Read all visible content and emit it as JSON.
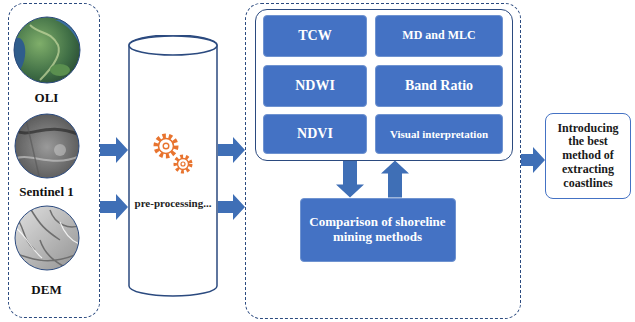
{
  "diagram": {
    "nodes": [
      {
        "text": []
      },
      {
        "text": [
          "OLI"
        ],
        "in": 0
      },
      {
        "text": [
          "Sentinel 1"
        ],
        "in": 0
      },
      {
        "text": [
          "DEM"
        ],
        "in": 0
      },
      {
        "text": [
          "pre-processing..."
        ]
      },
      {
        "text": []
      },
      {
        "text": [],
        "in": 5
      },
      {
        "text": [
          "TCW"
        ],
        "in": 6
      },
      {
        "text": [
          "MD and MLC"
        ],
        "in": 6
      },
      {
        "text": [
          "NDWI"
        ],
        "in": 6
      },
      {
        "text": [
          "Band Ratio"
        ],
        "in": 6
      },
      {
        "text": [
          "NDVI"
        ],
        "in": 6
      },
      {
        "text": [
          "Visual interpretation"
        ],
        "in": 6
      },
      {
        "text": [
          "Comparison of shoreline mining methods"
        ],
        "in": 5
      },
      {
        "text": [
          "Introducing the best method of extracting coastlines"
        ]
      }
    ],
    "edges": [
      {
        "from": 0,
        "to": 4,
        "arrow": "to"
      },
      {
        "from": 0,
        "to": 4,
        "arrow": "to"
      },
      {
        "from": 4,
        "to": 5,
        "arrow": "to"
      },
      {
        "from": 4,
        "to": 5,
        "arrow": "to"
      },
      {
        "from": 6,
        "to": 13,
        "arrow": "to"
      },
      {
        "from": 13,
        "to": 6,
        "arrow": "to"
      },
      {
        "from": 5,
        "to": 14,
        "arrow": "to"
      }
    ]
  }
}
